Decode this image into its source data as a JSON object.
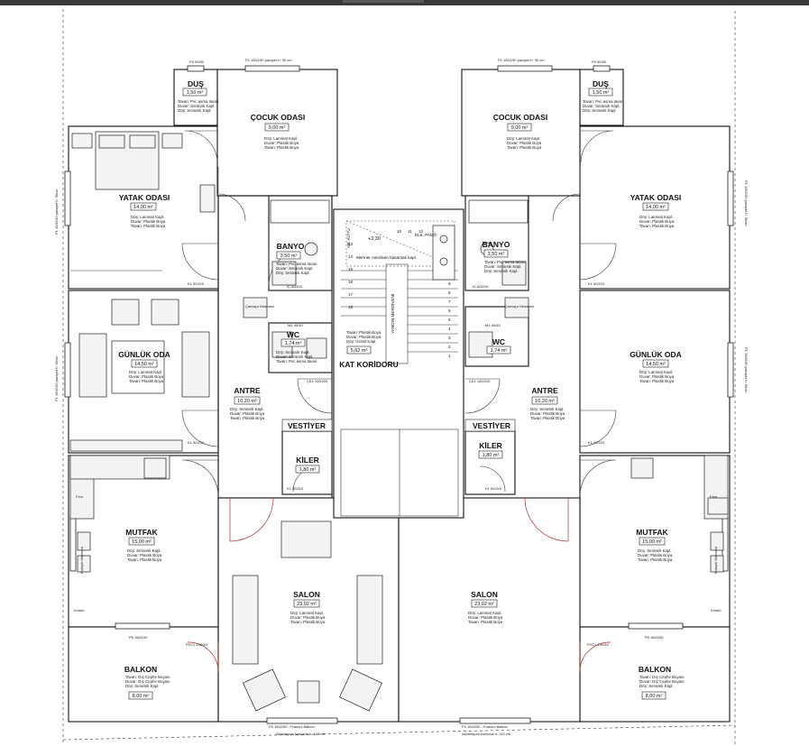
{
  "plan": {
    "left_unit": {
      "dus": {
        "name": "DUŞ",
        "area": "1,50 m²",
        "finish": [
          "Tavan: Pvc asma tavan",
          "Duvar: Seramik Kapl.",
          "Döş: Seramik Kapl."
        ],
        "tag": "P5 50/50"
      },
      "cocuk": {
        "name": "ÇOCUK ODASI",
        "area": "9,00 m²",
        "finish": [
          "Döş: Laminat Kapl.",
          "Duvar: Plastik Boya",
          "Tavan: Plastik Boya"
        ],
        "tag": "P1 150/150 parapet h: 90 cm"
      },
      "yatak": {
        "name": "YATAK ODASI",
        "area": "14,00 m²",
        "finish": [
          "Döş: Laminat Kapl.",
          "Duvar: Plastik Boya",
          "Tavan: Plastik Boya"
        ],
        "tag": "P1 150/150 parapet h: 90cm"
      },
      "banyo": {
        "name": "BANYO",
        "area": "3,50 m²",
        "finish": [
          "Tavan: Pvc asma tavan",
          "Duvar: Seramik Kapl.",
          "Döş: Seramik Kapl."
        ]
      },
      "wc": {
        "name": "WC",
        "area": "1,74 m²",
        "finish": [
          "Döş: Seramik Kapl.",
          "Duvar: Seramik Kapl.",
          "Tavan: Pvc asma tavan"
        ]
      },
      "gunluk": {
        "name": "GÜNLÜK ODA",
        "area": "14,50 m²",
        "finish": [
          "Döş: Laminat Kapl.",
          "Duvar: Plastik Boya",
          "Tavan: Plastik Boya"
        ],
        "tag": "P1 150/150 parapet h: 90cm"
      },
      "antre": {
        "name": "ANTRE",
        "area": "10,20 m²",
        "finish": [
          "Döş: Seramik Kapl.",
          "Duvar: Plastik Boya",
          "Tavan: Plastik Boya"
        ]
      },
      "vestiyer": {
        "name": "VESTİYER"
      },
      "kiler": {
        "name": "KİLER",
        "area": "1,80 m²"
      },
      "mutfak": {
        "name": "MUTFAK",
        "area": "15,00 m²",
        "finish": [
          "Döş: Seramik Kapl.",
          "Duvar: Plastik Boya",
          "Tavan: Plastik Boya"
        ]
      },
      "balkon": {
        "name": "BALKON",
        "area": "8,00 m²",
        "finish": [
          "Tavan: Dış Cephe Boyası",
          "Duvar: Dış Cephe Boyası",
          "Döş: Seramik Kapl."
        ],
        "tag": "P5 160/240"
      },
      "salon": {
        "name": "SALON",
        "area": "23,02 m²",
        "finish": [
          "Döş: Laminat Kapl.",
          "Duvar: Plastik Boya",
          "Tavan: Plastik Boya"
        ],
        "tag": "P4 150/230 - Fransız Balkon",
        "tag2": "Alüminyum korkuluk h: 110 cm"
      }
    },
    "right_unit": {
      "dus": {
        "name": "DUŞ",
        "area": "1,50 m²",
        "finish": [
          "Tavan: Pvc asma tavan",
          "Duvar: Seramik Kapl.",
          "Döş: Seramik Kapl."
        ],
        "tag": "P5 50/50"
      },
      "cocuk": {
        "name": "ÇOCUK ODASI",
        "area": "9,00 m²",
        "finish": [
          "Döş: Laminat Kapl.",
          "Duvar: Plastik Boya",
          "Tavan: Plastik Boya"
        ],
        "tag": "P1 150/150 parapet h: 90 cm"
      },
      "yatak": {
        "name": "YATAK ODASI",
        "area": "14,00 m²",
        "finish": [
          "Döş: Laminat Kapl.",
          "Duvar: Plastik Boya",
          "Tavan: Plastik Boya"
        ],
        "tag": "P1 150/150 parapet h: 90cm"
      },
      "banyo": {
        "name": "BANYO",
        "area": "3,50 m²",
        "finish": [
          "Tavan: Pvc asma tavan",
          "Duvar: Seramik Kapl.",
          "Döş: Seramik Kapl."
        ]
      },
      "wc": {
        "name": "WC",
        "area": "1,74 m²"
      },
      "gunluk": {
        "name": "GÜNLÜK ODA",
        "area": "14,50 m²",
        "finish": [
          "Döş: Laminat Kapl.",
          "Duvar: Plastik Boya",
          "Tavan: Plastik Boya"
        ],
        "tag": "P1 150/150 parapet h: 90cm"
      },
      "antre": {
        "name": "ANTRE",
        "area": "10,20 m²",
        "finish": [
          "Döş: Seramik Kapl.",
          "Duvar: Plastik Boya",
          "Tavan: Plastik Boya"
        ]
      },
      "vestiyer": {
        "name": "VESTİYER"
      },
      "kiler": {
        "name": "KİLER",
        "area": "1,80 m²"
      },
      "mutfak": {
        "name": "MUTFAK",
        "area": "15,00 m²",
        "finish": [
          "Döş: Seramik Kapl.",
          "Duvar: Plastik Boya",
          "Tavan: Plastik Boya"
        ]
      },
      "balkon": {
        "name": "BALKON",
        "area": "8,00 m²",
        "finish": [
          "Tavan: Dış Cephe Boyası",
          "Duvar: Dış Cephe Boyası",
          "Döş: Seramik Kapl."
        ],
        "tag": "P5 160/240"
      },
      "salon": {
        "name": "SALON",
        "area": "23,02 m²",
        "finish": [
          "Döş: Laminat Kapl.",
          "Duvar: Plastik Boya",
          "Tavan: Plastik Boya"
        ],
        "tag": "P4 150/230 - Fransız Balkon",
        "tag2": "Alüminyum korkuluk h: 110 cm"
      }
    },
    "core": {
      "corridor": {
        "name": "KAT KORİDORU",
        "area": "5,62 m²",
        "finish": [
          "Tavan: Plastik Boya",
          "Duvar: Plastik Boya",
          "Döş: Granit Kapl."
        ]
      },
      "stair_note": "Mermer merdiven basamak kapl.",
      "stair_title": "YANGIN MERDİVENİ",
      "level": "+3,30",
      "elk": "ELK. PANO",
      "ar": "AR. KUYU"
    },
    "labels": {
      "camasir": "Çamaşır Makinesi",
      "firin": "Fırın",
      "kombi": "Kombi",
      "bulasik": "Bulaşık Makinesi",
      "door_k1": "K1 90/210",
      "door_ck1": "ÇK1 100/220",
      "door_ic": "İÇ 60/210",
      "window_pvc": "PVC1 100/40",
      "window_m": "M1 40/40",
      "steps": [
        "1",
        "2",
        "3",
        "4",
        "5",
        "6",
        "7",
        "8",
        "9",
        "10",
        "11",
        "12",
        "13",
        "14",
        "15",
        "16",
        "17",
        "18"
      ]
    }
  }
}
